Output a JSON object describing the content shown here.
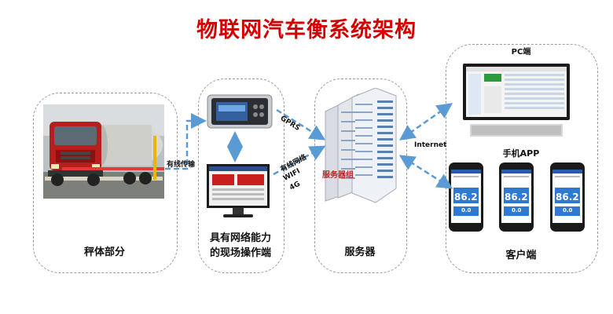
{
  "title": "物联网汽车衡系统架构",
  "panels": {
    "scale_body": {
      "label": "秤体部分"
    },
    "onsite": {
      "label_line1": "具有网络能力",
      "label_line2": "的现场操作端"
    },
    "server": {
      "label": "服务器",
      "rack_label": "服务器组"
    },
    "client": {
      "label": "客户端",
      "pc_label": "PC端",
      "app_label": "手机APP"
    }
  },
  "connections": {
    "wired": "有线传输",
    "gprs": "GPRS",
    "wireless_line1": "有线网络",
    "wireless_line2": "WIFI",
    "wireless_line3": "4G",
    "internet": "Internet"
  },
  "phones": [
    {
      "value": "86.2",
      "sub": "0.0"
    },
    {
      "value": "86.2",
      "sub": "0.0"
    },
    {
      "value": "86.2",
      "sub": "0.0"
    }
  ],
  "colors": {
    "title": "#d40000",
    "arrow": "#5b9bd5",
    "panel_border": "#9a9a9a"
  }
}
